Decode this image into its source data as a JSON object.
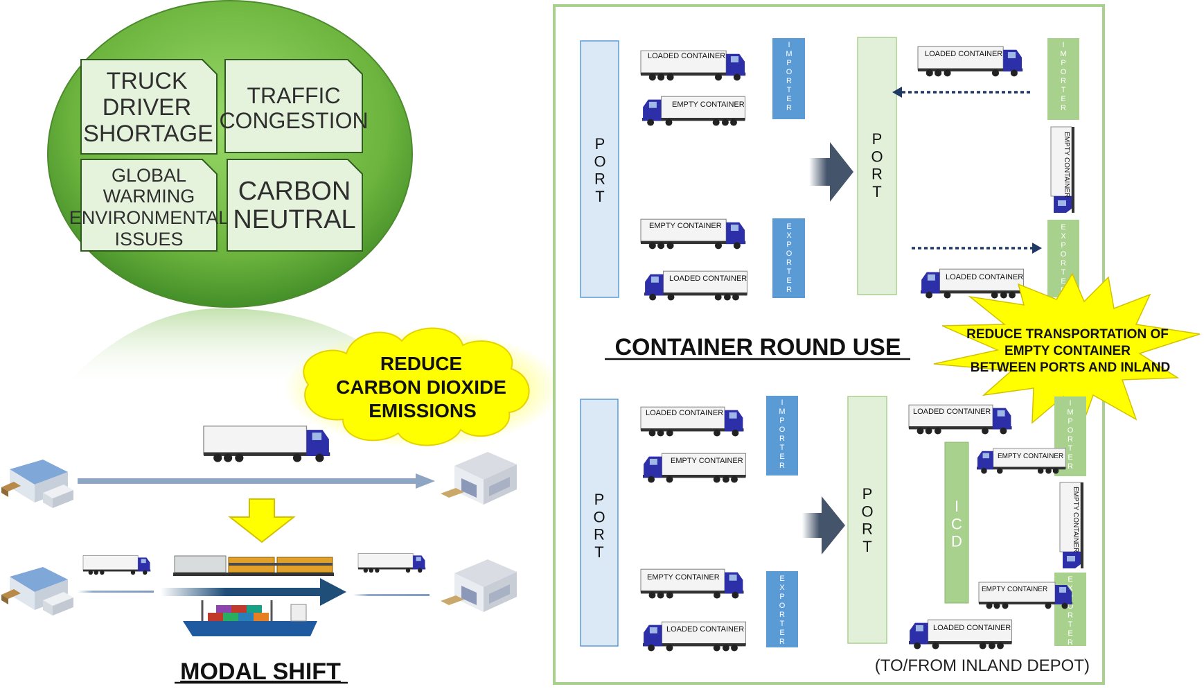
{
  "issues": {
    "truck_driver_shortage": [
      "TRUCK",
      "DRIVER",
      "SHORTAGE"
    ],
    "traffic_congestion": [
      "TRAFFIC",
      "CONGESTION"
    ],
    "global_warming": [
      "GLOBAL",
      "WARMING",
      "ENVIRONMENTAL",
      "ISSUES"
    ],
    "carbon_neutral": [
      "CARBON",
      "NEUTRAL"
    ]
  },
  "cloud": {
    "lines": [
      "REDUCE",
      "CARBON DIOXIDE",
      "EMISSIONS"
    ]
  },
  "modal_shift": {
    "title": "MODAL SHIFT"
  },
  "round_use": {
    "title": "CONTAINER ROUND USE",
    "port": "PORT",
    "importer": "IMPORTER",
    "exporter": "EXPORTER",
    "icd": "ICD",
    "loaded": "LOADED CONTAINER",
    "empty": "EMPTY CONTAINER",
    "depot_note": "(TO/FROM INLAND DEPOT)"
  },
  "burst": {
    "lines": [
      "REDUCE TRANSPORTATION OF",
      "EMPTY CONTAINER",
      "BETWEEN PORTS AND INLAND"
    ]
  },
  "colors": {
    "green_dark": "#4d9a2f",
    "green_light": "#8fd05c",
    "panel_border": "#a9d18e",
    "blue_box": "#5b9bd5",
    "light_blue": "#dbe9f6",
    "light_green": "#e2f0d9",
    "mid_green": "#a9d18e",
    "truck_blue": "#2d2fa8",
    "yellow": "#ffff00",
    "arrow_grey": "#44546a",
    "dark_blue": "#1f4e79"
  }
}
